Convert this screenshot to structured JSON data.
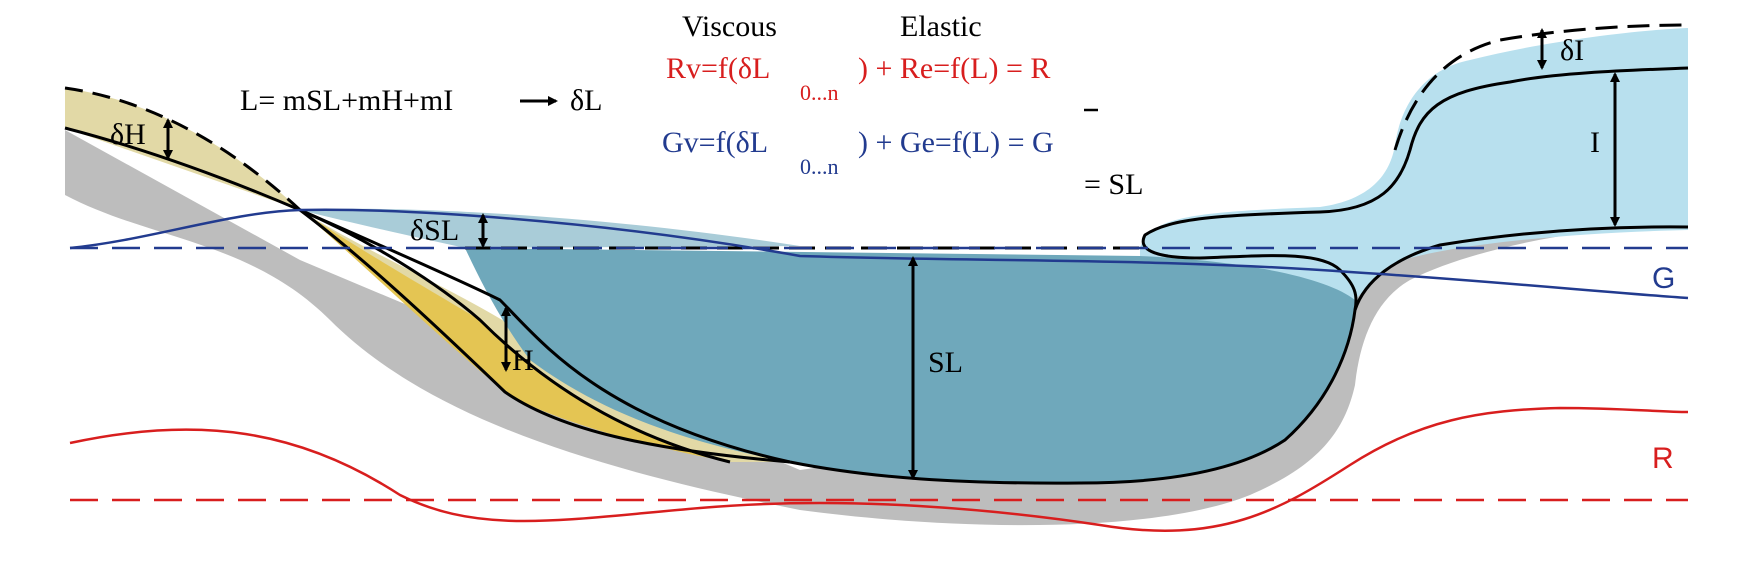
{
  "colors": {
    "bedrock": "#bdbdbd",
    "sediment_dark": "#e4c553",
    "sediment_light": "#e2d9a6",
    "ocean": "#6fa8bb",
    "ocean_rise": "#a9ccd8",
    "ice": "#b8e0ee",
    "geoid": "#223b8f",
    "rock": "#d81e1e",
    "outline": "#000000"
  },
  "header": {
    "viscous_label": "Viscous",
    "elastic_label": "Elastic"
  },
  "load_equation": {
    "text": "L= mSL+mH+mI",
    "result": "δL"
  },
  "rock_equation": {
    "lhs": "Rv=f(δL",
    "subscript": "0...n",
    "rhs": ") + Re=f(L) = R"
  },
  "geoid_equation": {
    "lhs": "Gv=f(δL",
    "subscript": "0...n",
    "rhs": ") + Ge=f(L) = G"
  },
  "difference_result": "= SL",
  "labels": {
    "delta_h": "δH",
    "h": "H",
    "delta_sl": "δSL",
    "sl": "SL",
    "delta_i": "δI",
    "i": "I",
    "g": "G",
    "r": "R"
  }
}
